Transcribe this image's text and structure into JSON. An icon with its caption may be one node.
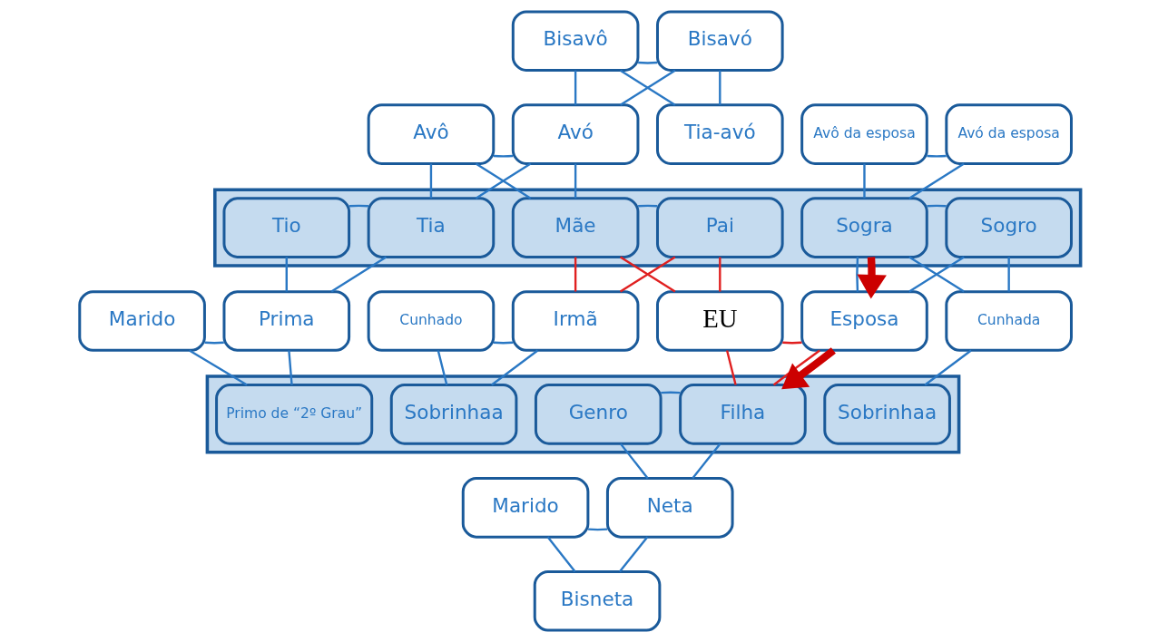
{
  "diagram": {
    "nodes": [
      {
        "text": [
          "Bisavô"
        ]
      },
      {
        "text": [
          "Bisavó"
        ]
      },
      {
        "text": [
          "Avô"
        ]
      },
      {
        "text": [
          "Avó"
        ]
      },
      {
        "text": [
          "Tia-avó"
        ]
      },
      {
        "text": [
          "Avô da esposa"
        ]
      },
      {
        "text": [
          "Avó da esposa"
        ]
      },
      {
        "text": [],
        "shape": "bar"
      },
      {
        "text": [
          "Tio"
        ],
        "in": 7
      },
      {
        "text": [
          "Tia"
        ],
        "in": 7
      },
      {
        "text": [
          "Mãe"
        ],
        "in": 7
      },
      {
        "text": [
          "Pai"
        ],
        "in": 7
      },
      {
        "text": [
          "Sogra"
        ],
        "in": 7
      },
      {
        "text": [
          "Sogro"
        ],
        "in": 7
      },
      {
        "text": [
          "Marido"
        ]
      },
      {
        "text": [
          "Prima"
        ]
      },
      {
        "text": [
          "Cunhado"
        ]
      },
      {
        "text": [
          "Irmã"
        ]
      },
      {
        "text": [
          "EU"
        ]
      },
      {
        "text": [
          "Esposa"
        ]
      },
      {
        "text": [
          "Cunhada"
        ]
      },
      {
        "text": [],
        "shape": "bar"
      },
      {
        "text": [
          "Primo de “2º Grau”"
        ],
        "in": 21
      },
      {
        "text": [
          "Sobrinhaa"
        ],
        "in": 21
      },
      {
        "text": [
          "Genro"
        ],
        "in": 21
      },
      {
        "text": [
          "Filha"
        ],
        "in": 21
      },
      {
        "text": [
          "Sobrinhaa"
        ],
        "in": 21
      },
      {
        "text": [
          "Marido"
        ]
      },
      {
        "text": [
          "Neta"
        ]
      },
      {
        "text": [
          "Bisneta"
        ]
      }
    ],
    "edges": [
      {
        "from": 0,
        "to": 1,
        "arrow": "none"
      },
      {
        "from": 0,
        "to": 3,
        "arrow": "none"
      },
      {
        "from": 1,
        "to": 3,
        "arrow": "none"
      },
      {
        "from": 0,
        "to": 4,
        "arrow": "none"
      },
      {
        "from": 1,
        "to": 4,
        "arrow": "none"
      },
      {
        "from": 2,
        "to": 3,
        "arrow": "none"
      },
      {
        "from": 2,
        "to": 9,
        "arrow": "none"
      },
      {
        "from": 3,
        "to": 9,
        "arrow": "none"
      },
      {
        "from": 2,
        "to": 10,
        "arrow": "none"
      },
      {
        "from": 3,
        "to": 10,
        "arrow": "none"
      },
      {
        "from": 5,
        "to": 6,
        "arrow": "none"
      },
      {
        "from": 5,
        "to": 12,
        "arrow": "none"
      },
      {
        "from": 6,
        "to": 12,
        "arrow": "none"
      },
      {
        "from": 8,
        "to": 9,
        "arrow": "none"
      },
      {
        "from": 8,
        "to": 15,
        "arrow": "none"
      },
      {
        "from": 9,
        "to": 15,
        "arrow": "none"
      },
      {
        "from": 10,
        "to": 11,
        "arrow": "none"
      },
      {
        "from": 10,
        "to": 17,
        "arrow": "none",
        "color": "#e02020"
      },
      {
        "from": 11,
        "to": 17,
        "arrow": "none",
        "color": "#e02020"
      },
      {
        "from": 10,
        "to": 18,
        "arrow": "none",
        "color": "#e02020"
      },
      {
        "from": 11,
        "to": 18,
        "arrow": "none",
        "color": "#e02020"
      },
      {
        "from": 12,
        "to": 13,
        "arrow": "none"
      },
      {
        "from": 12,
        "to": 19,
        "arrow": "none"
      },
      {
        "from": 13,
        "to": 19,
        "arrow": "none"
      },
      {
        "from": 12,
        "to": 20,
        "arrow": "none"
      },
      {
        "from": 13,
        "to": 20,
        "arrow": "none"
      },
      {
        "from": 14,
        "to": 15,
        "arrow": "none"
      },
      {
        "from": 14,
        "to": 22,
        "arrow": "none"
      },
      {
        "from": 15,
        "to": 22,
        "arrow": "none"
      },
      {
        "from": 16,
        "to": 17,
        "arrow": "none"
      },
      {
        "from": 16,
        "to": 23,
        "arrow": "none"
      },
      {
        "from": 17,
        "to": 23,
        "arrow": "none"
      },
      {
        "from": 18,
        "to": 19,
        "arrow": "none",
        "color": "#e02020"
      },
      {
        "from": 18,
        "to": 25,
        "arrow": "none",
        "color": "#e02020"
      },
      {
        "from": 19,
        "to": 25,
        "arrow": "none",
        "color": "#e02020"
      },
      {
        "from": 20,
        "to": 26,
        "arrow": "none"
      },
      {
        "from": 24,
        "to": 25,
        "arrow": "none"
      },
      {
        "from": 24,
        "to": 28,
        "arrow": "none"
      },
      {
        "from": 25,
        "to": 28,
        "arrow": "none"
      },
      {
        "from": 27,
        "to": 28,
        "arrow": "none"
      },
      {
        "from": 27,
        "to": 29,
        "arrow": "none"
      },
      {
        "from": 28,
        "to": 29,
        "arrow": "none"
      },
      {
        "from": 12,
        "to": 19,
        "arrow": "to",
        "style": "thick",
        "color": "#cc0000"
      },
      {
        "from": 19,
        "to": 25,
        "arrow": "to",
        "style": "thick",
        "color": "#cc0000"
      }
    ]
  }
}
